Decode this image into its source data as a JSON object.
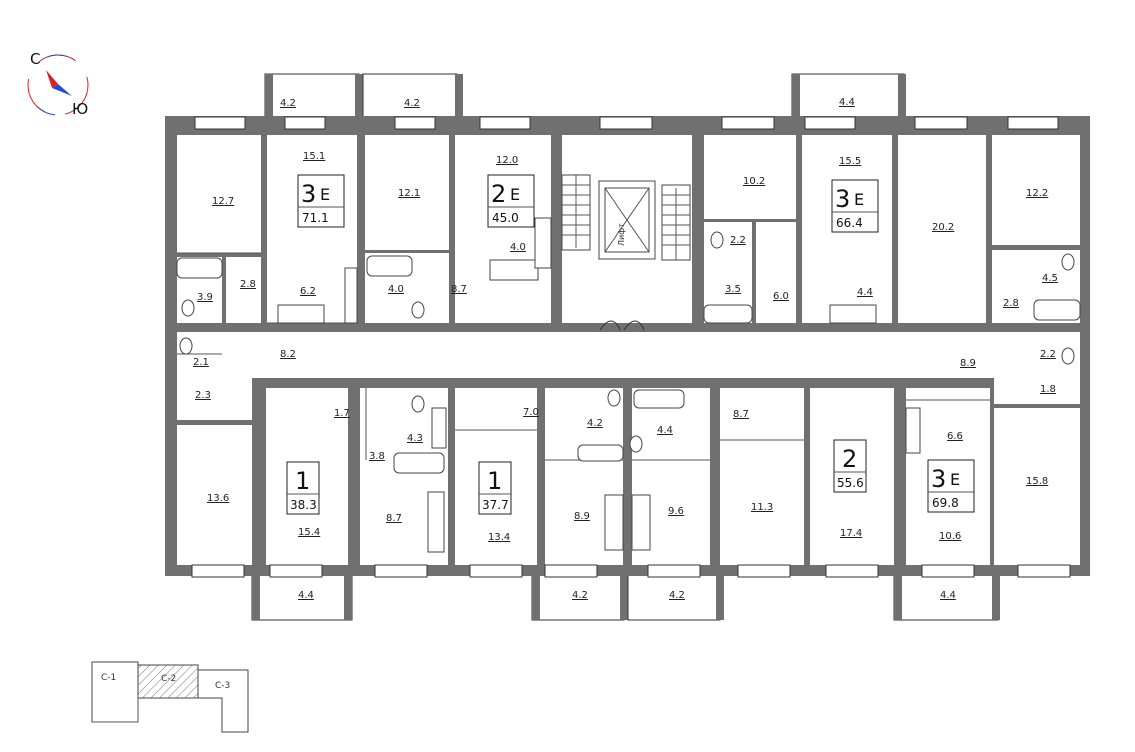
{
  "compass": {
    "north": "С",
    "south": "Ю",
    "north_color": "#e02020",
    "south_color": "#1f4fd6"
  },
  "lift_label": "Лифт",
  "apartments": [
    {
      "rooms": "3",
      "class": "Е",
      "area": "71.1"
    },
    {
      "rooms": "2",
      "class": "Е",
      "area": "45.0"
    },
    {
      "rooms": "3",
      "class": "Е",
      "area": "66.4"
    },
    {
      "rooms": "1",
      "class": "",
      "area": "38.3"
    },
    {
      "rooms": "1",
      "class": "",
      "area": "37.7"
    },
    {
      "rooms": "2",
      "class": "",
      "area": "55.6"
    },
    {
      "rooms": "3",
      "class": "Е",
      "area": "69.8"
    }
  ],
  "room_areas": [
    "4.2",
    "4.2",
    "4.4",
    "15.1",
    "12.0",
    "15.5",
    "12.7",
    "12.1",
    "10.2",
    "12.2",
    "20.2",
    "2.2",
    "4.0",
    "4.5",
    "3.9",
    "2.8",
    "6.2",
    "4.0",
    "8.7",
    "3.5",
    "6.0",
    "4.4",
    "2.8",
    "2.1",
    "8.2",
    "2.2",
    "8.9",
    "2.3",
    "1.8",
    "1.7",
    "7.0",
    "4.2",
    "4.4",
    "8.7",
    "4.3",
    "6.6",
    "3.8",
    "13.6",
    "8.7",
    "8.9",
    "9.6",
    "11.3",
    "15.8",
    "15.4",
    "13.4",
    "17.4",
    "10.6",
    "4.4",
    "4.2",
    "4.2",
    "4.4"
  ],
  "sections": [
    "С-1",
    "С-2",
    "С-3"
  ],
  "highlighted_section": "С-2"
}
